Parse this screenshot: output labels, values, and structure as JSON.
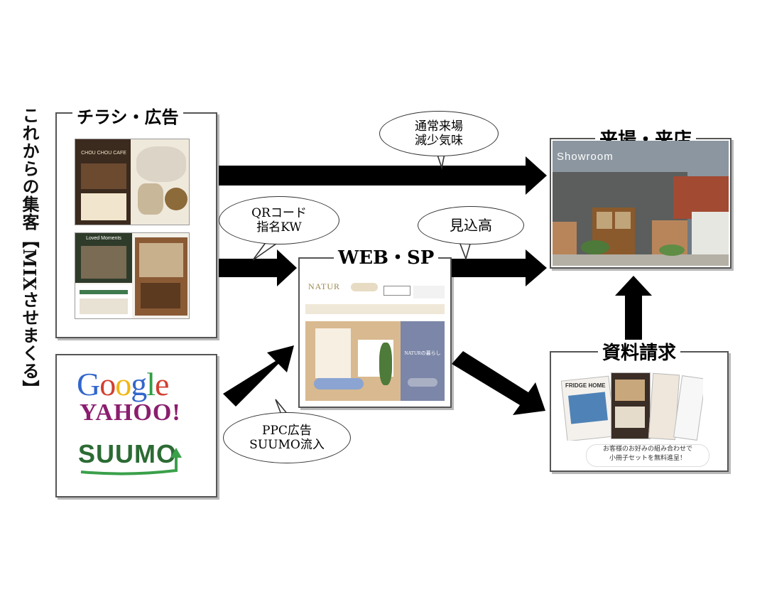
{
  "side_label": "これからの集客【MIXさせまくる】",
  "flyers": {
    "title": "チラシ・広告",
    "flyer1_heading": "CHOU CHOU CAFE",
    "flyer2_heading": "Loved Moments"
  },
  "search": {
    "google": "Google",
    "yahoo": "YAHOO!",
    "suumo": "SUUMO"
  },
  "web": {
    "title": "WEB・SP",
    "site_logo": "NATUR",
    "hero_caption": "NATURの暮らし"
  },
  "visit": {
    "title": "来場・来店",
    "sign": "Showroom"
  },
  "request": {
    "title": "資料請求",
    "brochure_heading": "FRIDGE HOME",
    "caption": "お客様のお好みの組み合わせで\n小冊子セットを無料進呈！"
  },
  "bubbles": {
    "normal_visit": "通常来場\n減少気味",
    "qr_code": "QRコード\n指名KW",
    "prospects": "見込高",
    "ppc": "PPC広告\nSUUMO流入"
  },
  "colors": {
    "arrow": "#000000",
    "border": "#555555",
    "shadow": "#b9b9b9",
    "google_blue": "#3366cc",
    "google_red": "#d23f31",
    "google_yellow": "#f2b50f",
    "google_green": "#2f9e44",
    "yahoo": "#8b1d6e",
    "suumo": "#2c6b34"
  }
}
